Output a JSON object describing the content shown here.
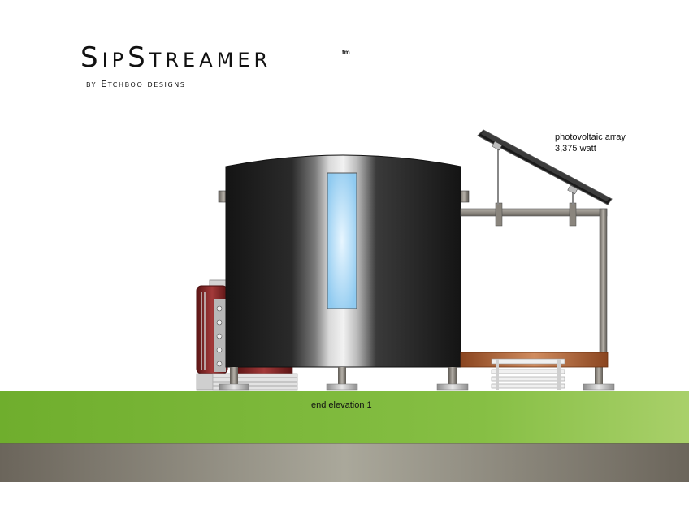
{
  "header": {
    "title": "SipStreamer",
    "trademark": "tm",
    "byline": "by Etchboo designs"
  },
  "annotations": {
    "pv_label": "photovoltaic array",
    "pv_wattage": "3,375 watt",
    "view_label": "end elevation 1"
  },
  "colors": {
    "ground_grass": "#7db53c",
    "soil": "#8c8a7f",
    "cylinder_body": "#1a1a1a",
    "window_glass": "#9fd2f2",
    "deck_wood": "#a8582a",
    "tank_red": "#7a1e1e",
    "steel_frame": "#6f6a63"
  },
  "icons": [
    "solar-panel-icon",
    "steel-post-icon",
    "water-tank-icon"
  ]
}
